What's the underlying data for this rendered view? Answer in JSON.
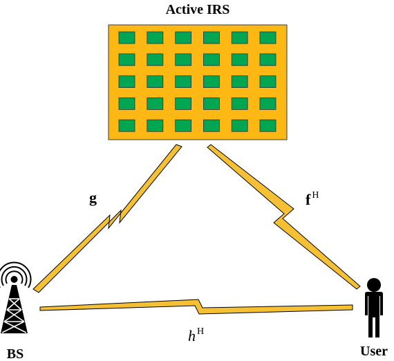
{
  "irs": {
    "title": "Active IRS",
    "rows": 5,
    "cols": 6,
    "panel_color": "#FDB813",
    "element_color": "#00A651",
    "border_color": "#555555"
  },
  "base_station": {
    "label": "BS",
    "icon": "antenna-tower-icon"
  },
  "user": {
    "label": "User",
    "icon": "person-icon"
  },
  "links": {
    "color": "#F5C033",
    "bs_irs": {
      "symbol": "g"
    },
    "irs_user": {
      "symbol": "f",
      "superscript": "H"
    },
    "bs_user": {
      "symbol": "h",
      "superscript": "H"
    }
  }
}
